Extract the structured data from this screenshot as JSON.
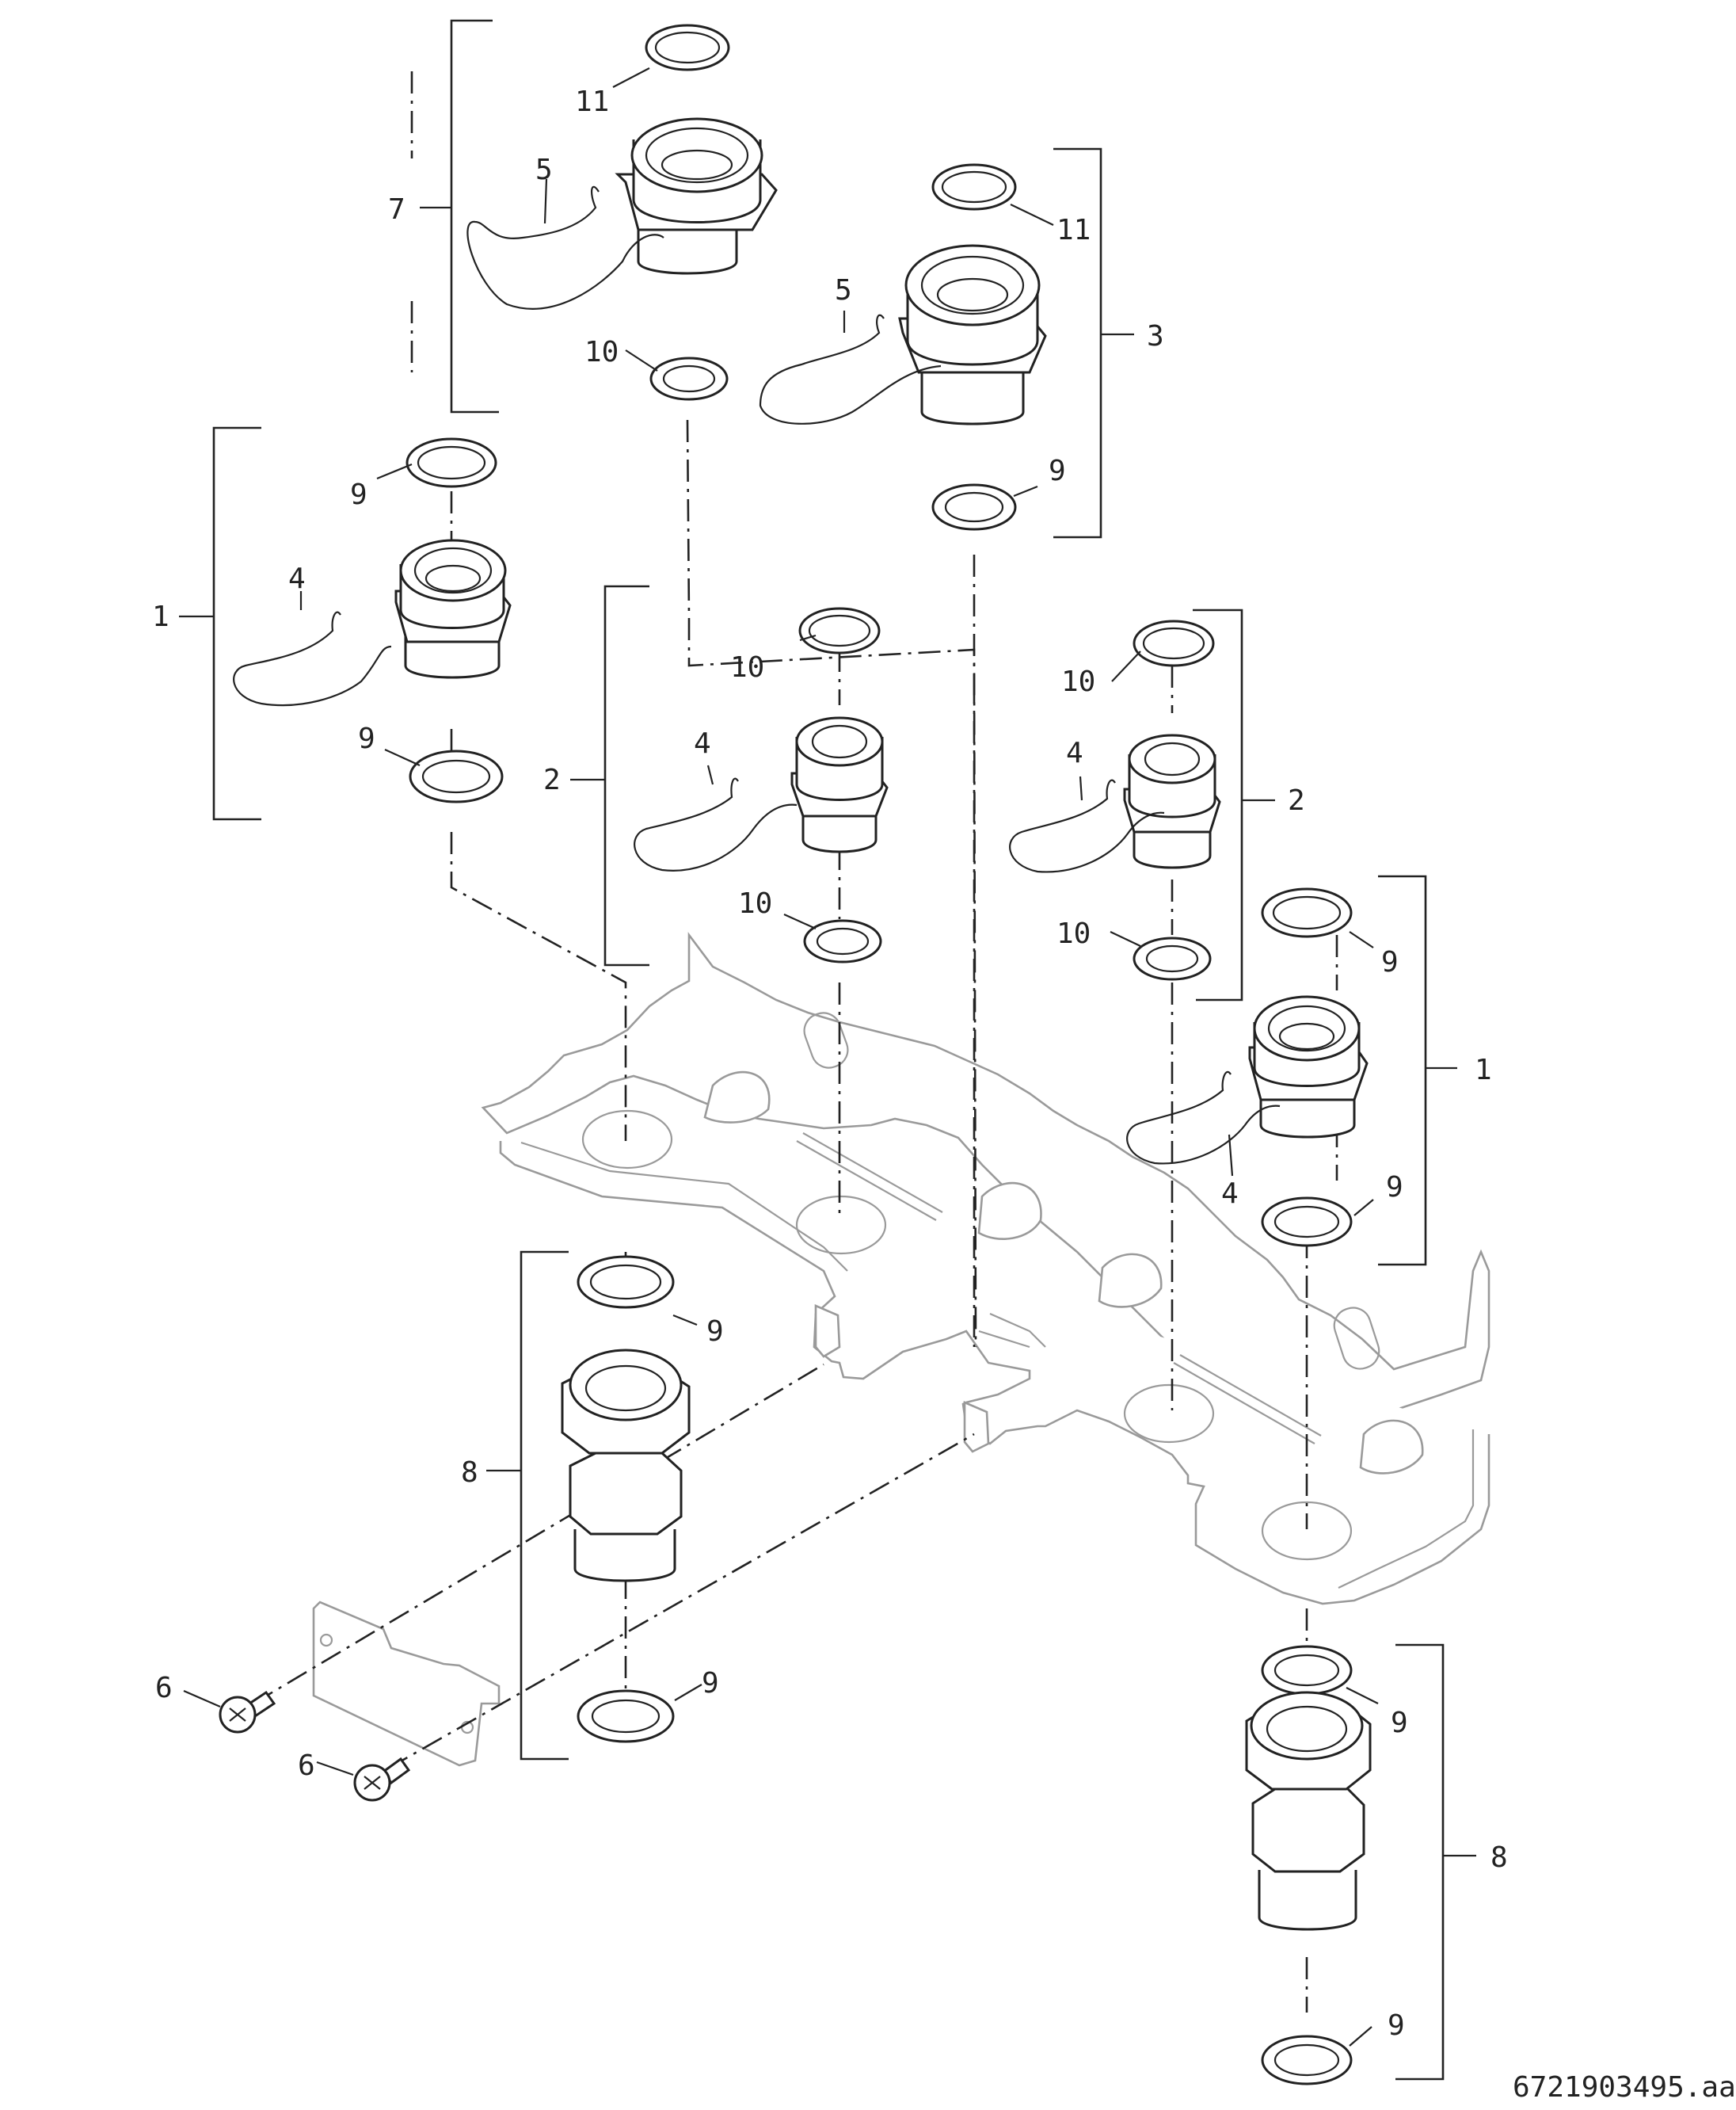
{
  "drawing_id": "6721903495.aa",
  "callouts": {
    "group_7": "7",
    "group_3": "3",
    "group_1_left": "1",
    "group_2_mid": "2",
    "group_2_right": "2",
    "group_1_right": "1",
    "group_8_left": "8",
    "group_8_right": "8",
    "clip_5_a": "5",
    "clip_5_b": "5",
    "clip_4_a": "4",
    "clip_4_b": "4",
    "clip_4_c": "4",
    "clip_4_d": "4",
    "seal_11_a": "11",
    "seal_11_b": "11",
    "seal_10_a": "10",
    "seal_10_b": "10",
    "seal_10_c": "10",
    "seal_10_d": "10",
    "seal_9_a": "9",
    "seal_9_b": "9",
    "seal_9_c": "9",
    "seal_9_d": "9",
    "seal_9_e": "9",
    "seal_9_f": "9",
    "seal_9_g": "9",
    "seal_9_h": "9",
    "seal_9_i": "9",
    "screw_6_a": "6",
    "screw_6_b": "6"
  }
}
